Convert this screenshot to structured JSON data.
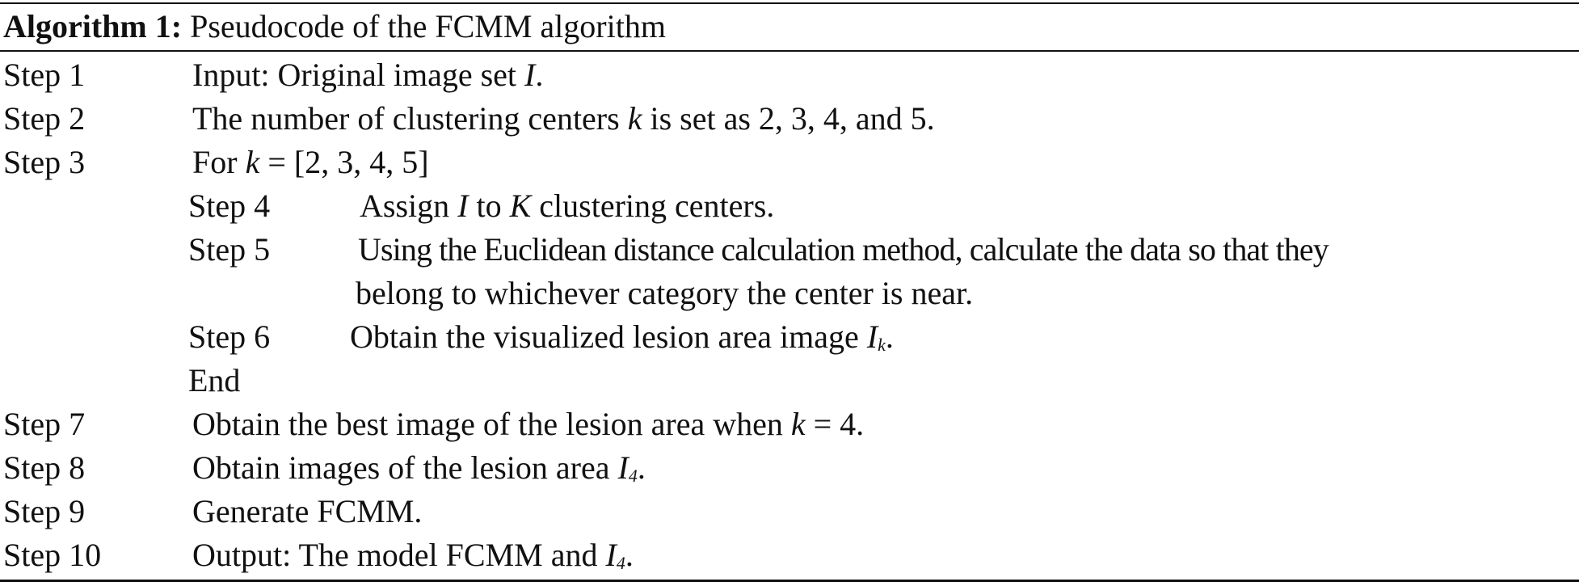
{
  "algorithm": {
    "label": "Algorithm 1:",
    "title": "Pseudocode of the FCMM algorithm"
  },
  "steps": [
    {
      "step": "Step 1",
      "pre": "Input: Original image set ",
      "var1": "I",
      "post": "."
    },
    {
      "step": "Step 2",
      "pre": "The number of clustering centers ",
      "var1": "k",
      "post": " is set as 2, 3, 4, and 5."
    },
    {
      "step": "Step 3",
      "pre": "For ",
      "var1": "k",
      "post": " = [2, 3, 4, 5]"
    },
    {
      "step": "Step 4",
      "pre": "Assign ",
      "var1": "I",
      "mid": " to ",
      "var2": "K",
      "post": " clustering centers."
    },
    {
      "step": "Step 5",
      "line1": "Using the Euclidean distance calculation method, calculate the data so that they",
      "line2": "belong to whichever category the center is near."
    },
    {
      "step": "Step 6",
      "pre": "Obtain the visualized lesion area image ",
      "var1": "I",
      "sub": "k",
      "post": "."
    },
    {
      "end": "End"
    },
    {
      "step": "Step 7",
      "pre": "Obtain the best image of the lesion area when ",
      "var1": "k",
      "post": " = 4."
    },
    {
      "step": "Step 8",
      "pre": "Obtain images of the lesion area ",
      "var1": "I",
      "sub": "4",
      "post": "."
    },
    {
      "step": "Step 9",
      "pre": "Generate FCMM."
    },
    {
      "step": "Step 10",
      "pre": "Output: The model FCMM and ",
      "var1": "I",
      "sub": "4",
      "post": "."
    }
  ]
}
